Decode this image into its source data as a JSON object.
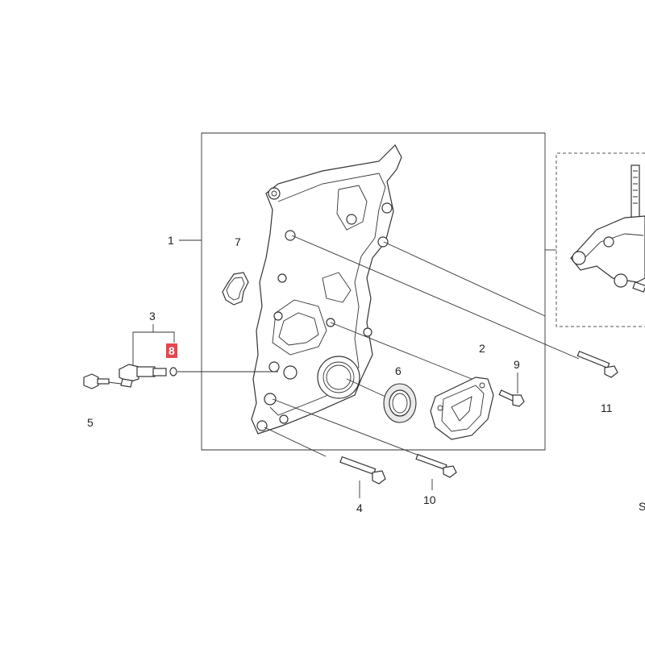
{
  "callouts": {
    "c1": "1",
    "c2": "2",
    "c3": "3",
    "c4": "4",
    "c5": "5",
    "c6": "6",
    "c7": "7",
    "c8": "8",
    "c9": "9",
    "c10": "10",
    "c11": "11",
    "cs": "S"
  },
  "highlight_color": "#e8464e"
}
